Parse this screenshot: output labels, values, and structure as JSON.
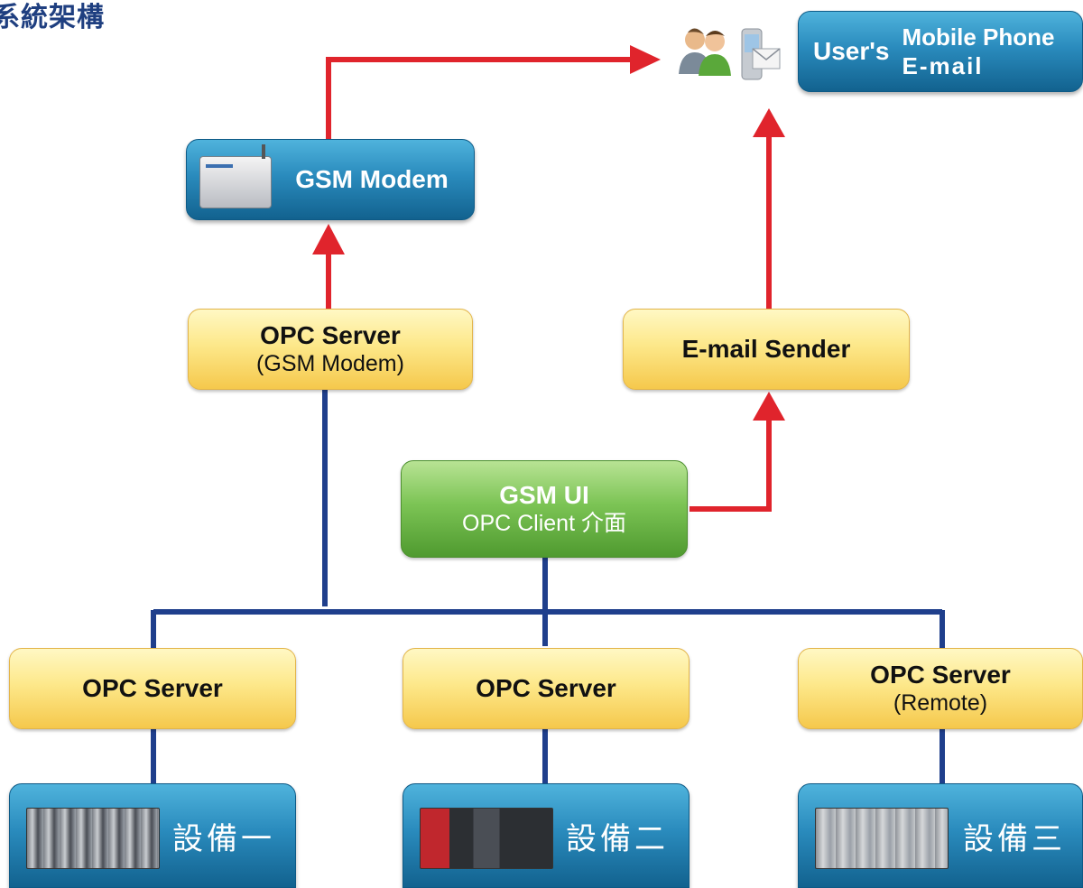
{
  "title": "系統架構",
  "nodes": {
    "gsm_modem": "GSM Modem",
    "user_label": "User's",
    "user_mobile": "Mobile Phone",
    "user_email": "E-mail",
    "opc_gsm_title": "OPC Server",
    "opc_gsm_sub": "(GSM Modem)",
    "email_sender": "E-mail Sender",
    "gsm_ui_title": "GSM UI",
    "gsm_ui_sub": "OPC Client 介面",
    "opc_server_1": "OPC Server",
    "opc_server_2": "OPC Server",
    "opc_server_3_title": "OPC Server",
    "opc_server_3_sub": "(Remote)",
    "device_1": "設備一",
    "device_2": "設備二",
    "device_3": "設備三"
  },
  "colors": {
    "arrow_red": "#e0242c",
    "line_blue": "#1f3f8c",
    "title_blue": "#1f3f80"
  },
  "icons": [
    "users-icon",
    "mobile-phone-icon",
    "gsm-modem-icon",
    "plc-device-icon"
  ]
}
